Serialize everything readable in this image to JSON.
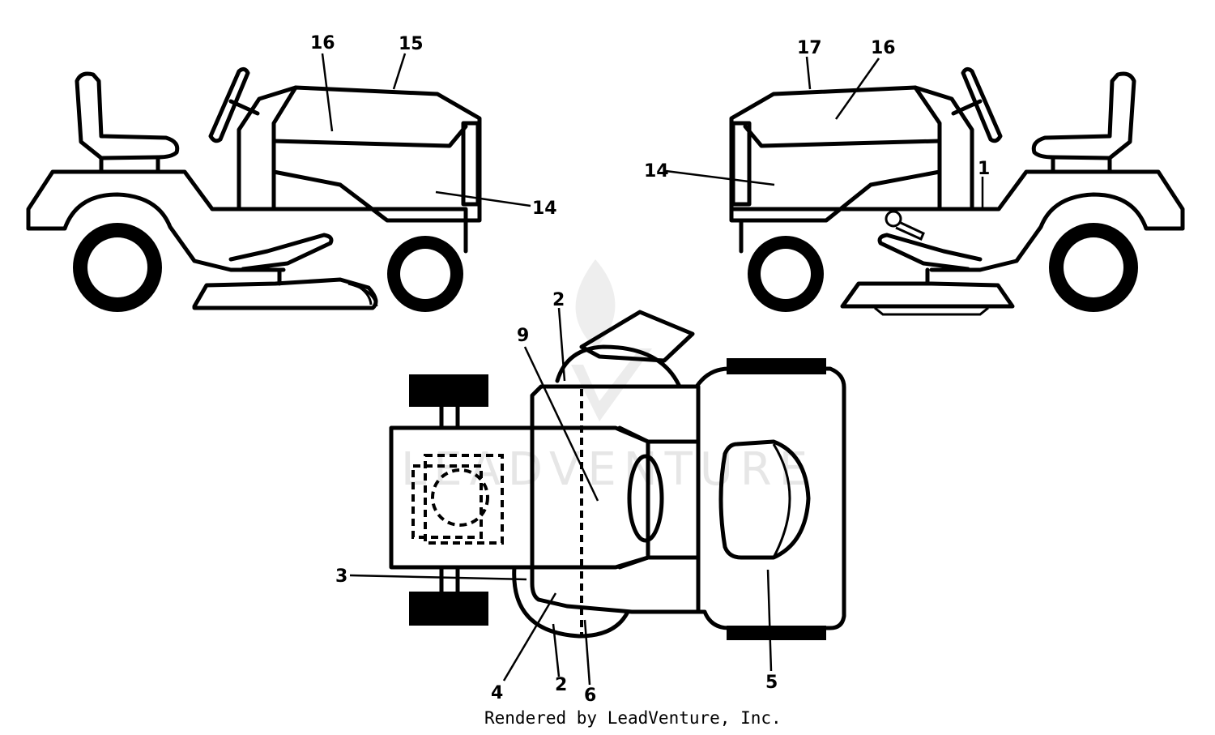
{
  "diagram": {
    "callouts": {
      "left_16": "16",
      "left_15": "15",
      "left_14": "14",
      "right_17": "17",
      "right_16": "16",
      "right_14": "14",
      "right_1": "1",
      "top_2": "2",
      "top_9": "9",
      "top_3": "3",
      "top_4": "4",
      "bottom_2": "2",
      "top_6": "6",
      "top_5": "5"
    },
    "watermark": "LEADVENTURE",
    "footer": "Rendered by LeadVenture, Inc."
  },
  "colors": {
    "line": "#000000",
    "background": "#ffffff",
    "watermark": "#e6e6e6"
  }
}
